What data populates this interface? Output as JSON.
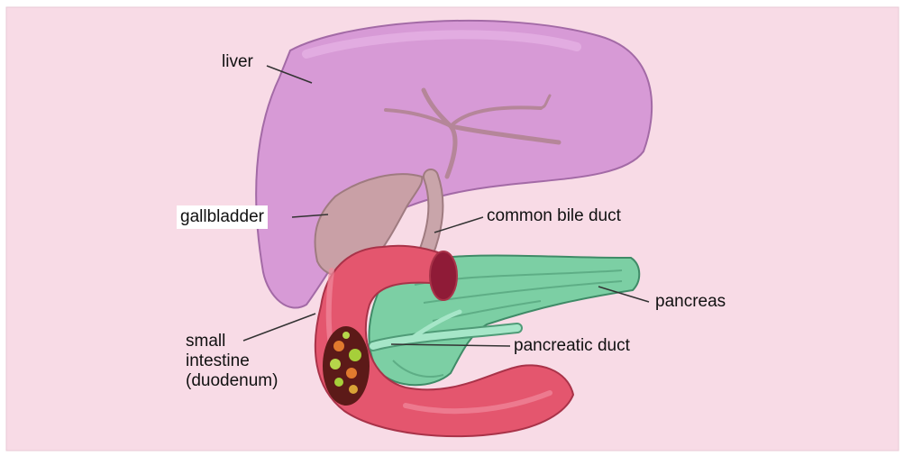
{
  "colors": {
    "background": "#f8dbe6",
    "liver": "#d79ad6",
    "gallbladder": "#c9a0a6",
    "bile_duct": "#c9a5aa",
    "intestine": "#e4566e",
    "pancreas": "#7ccfa4",
    "pancreatic_duct": "#a6e6c8",
    "leader_line": "#333333"
  },
  "labels": {
    "liver": "liver",
    "gallbladder": "gallbladder",
    "common_bile_duct": "common bile duct",
    "pancreas": "pancreas",
    "small_intestine": [
      "small",
      "intestine",
      "(duodenum)"
    ],
    "pancreatic_duct": "pancreatic duct"
  }
}
